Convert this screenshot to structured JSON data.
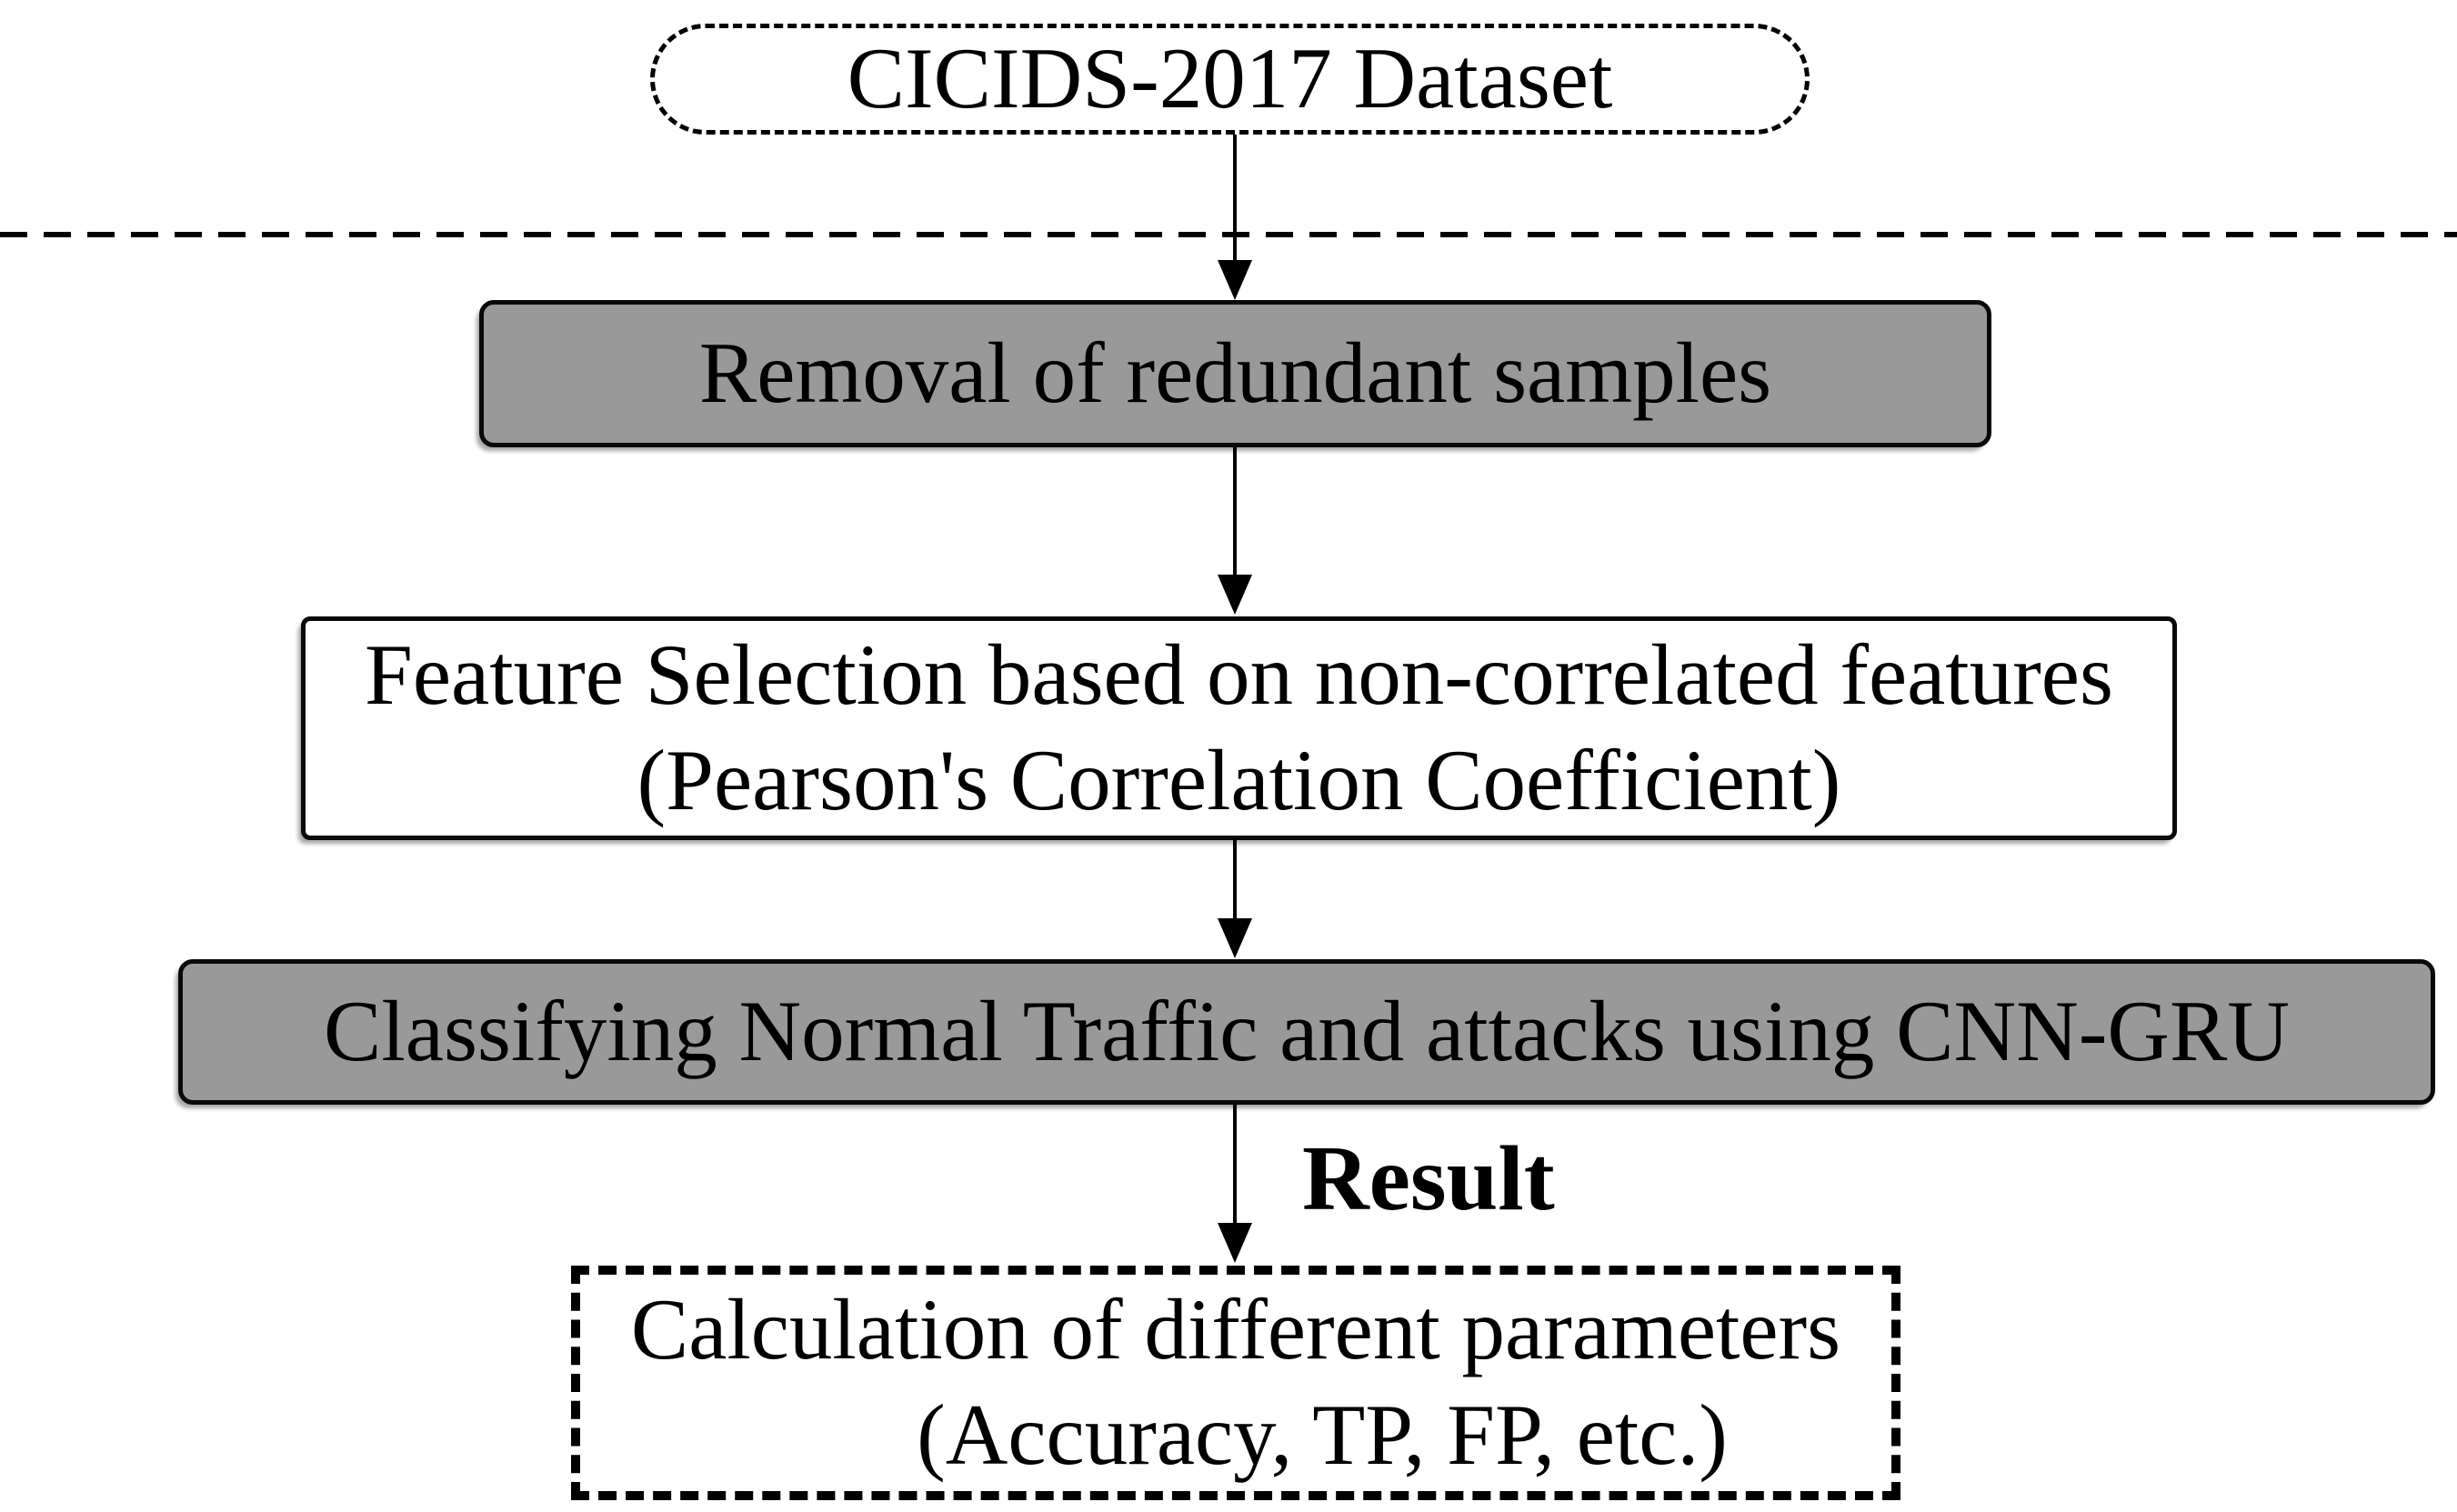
{
  "diagram": {
    "title_node": {
      "label": "CICIDS-2017 Dataset"
    },
    "nodes": {
      "removal": {
        "label": "Removal of redundant samples"
      },
      "feature": {
        "line1": "Feature Selection based on non-correlated features",
        "line2": "(Pearson's Correlation Coefficient)"
      },
      "classify": {
        "label": "Classifying Normal Traffic and attacks using CNN-GRU"
      },
      "calc": {
        "line1": "Calculation of different parameters",
        "line2": "(Accuracy, TP, FP, etc.)"
      }
    },
    "edge_label": "Result",
    "colors": {
      "box_fill_gray": "#999999",
      "border": "#000000",
      "background": "#ffffff"
    }
  }
}
